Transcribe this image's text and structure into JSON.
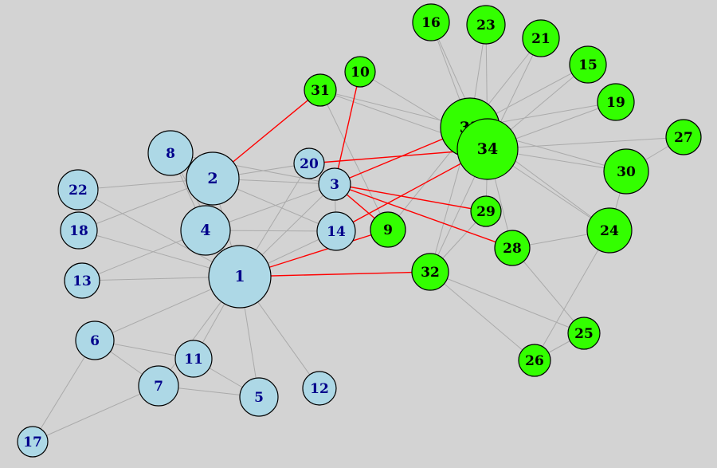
{
  "graph": {
    "colors": {
      "background": "#d3d3d3",
      "edge": "#aaaaaa",
      "cut_edge": "#ff0000",
      "group_a_fill": "#add8e6",
      "group_b_fill": "#33ff00",
      "node_stroke": "#000000",
      "label_a": "#00008b",
      "label_b": "#000000"
    },
    "nodes": [
      {
        "id": "1",
        "group": "a"
      },
      {
        "id": "2",
        "group": "a"
      },
      {
        "id": "3",
        "group": "a"
      },
      {
        "id": "4",
        "group": "a"
      },
      {
        "id": "5",
        "group": "a"
      },
      {
        "id": "6",
        "group": "a"
      },
      {
        "id": "7",
        "group": "a"
      },
      {
        "id": "8",
        "group": "a"
      },
      {
        "id": "9",
        "group": "b"
      },
      {
        "id": "10",
        "group": "b"
      },
      {
        "id": "11",
        "group": "a"
      },
      {
        "id": "12",
        "group": "a"
      },
      {
        "id": "13",
        "group": "a"
      },
      {
        "id": "14",
        "group": "a"
      },
      {
        "id": "15",
        "group": "b"
      },
      {
        "id": "16",
        "group": "b"
      },
      {
        "id": "17",
        "group": "a"
      },
      {
        "id": "18",
        "group": "a"
      },
      {
        "id": "19",
        "group": "b"
      },
      {
        "id": "20",
        "group": "a"
      },
      {
        "id": "21",
        "group": "b"
      },
      {
        "id": "22",
        "group": "a"
      },
      {
        "id": "23",
        "group": "b"
      },
      {
        "id": "24",
        "group": "b"
      },
      {
        "id": "25",
        "group": "b"
      },
      {
        "id": "26",
        "group": "b"
      },
      {
        "id": "27",
        "group": "b"
      },
      {
        "id": "28",
        "group": "b"
      },
      {
        "id": "29",
        "group": "b"
      },
      {
        "id": "30",
        "group": "b"
      },
      {
        "id": "31",
        "group": "b"
      },
      {
        "id": "32",
        "group": "b"
      },
      {
        "id": "33",
        "group": "b"
      },
      {
        "id": "34",
        "group": "b"
      }
    ],
    "edges": [
      [
        "1",
        "2"
      ],
      [
        "1",
        "3"
      ],
      [
        "1",
        "4"
      ],
      [
        "1",
        "5"
      ],
      [
        "1",
        "6"
      ],
      [
        "1",
        "7"
      ],
      [
        "1",
        "8"
      ],
      [
        "1",
        "11"
      ],
      [
        "1",
        "12"
      ],
      [
        "1",
        "13"
      ],
      [
        "1",
        "14"
      ],
      [
        "1",
        "18"
      ],
      [
        "1",
        "20"
      ],
      [
        "1",
        "22"
      ],
      [
        "2",
        "3"
      ],
      [
        "2",
        "4"
      ],
      [
        "2",
        "8"
      ],
      [
        "2",
        "14"
      ],
      [
        "2",
        "18"
      ],
      [
        "2",
        "20"
      ],
      [
        "2",
        "22"
      ],
      [
        "3",
        "4"
      ],
      [
        "3",
        "8"
      ],
      [
        "3",
        "14"
      ],
      [
        "4",
        "8"
      ],
      [
        "4",
        "13"
      ],
      [
        "4",
        "14"
      ],
      [
        "5",
        "7"
      ],
      [
        "5",
        "11"
      ],
      [
        "6",
        "7"
      ],
      [
        "6",
        "11"
      ],
      [
        "6",
        "17"
      ],
      [
        "7",
        "17"
      ],
      [
        "9",
        "31"
      ],
      [
        "9",
        "33"
      ],
      [
        "10",
        "34"
      ],
      [
        "15",
        "33"
      ],
      [
        "15",
        "34"
      ],
      [
        "16",
        "33"
      ],
      [
        "16",
        "34"
      ],
      [
        "19",
        "33"
      ],
      [
        "19",
        "34"
      ],
      [
        "20",
        "34"
      ],
      [
        "21",
        "33"
      ],
      [
        "21",
        "34"
      ],
      [
        "23",
        "33"
      ],
      [
        "23",
        "34"
      ],
      [
        "24",
        "26"
      ],
      [
        "24",
        "28"
      ],
      [
        "24",
        "30"
      ],
      [
        "24",
        "33"
      ],
      [
        "24",
        "34"
      ],
      [
        "25",
        "26"
      ],
      [
        "25",
        "28"
      ],
      [
        "25",
        "32"
      ],
      [
        "26",
        "32"
      ],
      [
        "27",
        "30"
      ],
      [
        "27",
        "34"
      ],
      [
        "28",
        "34"
      ],
      [
        "29",
        "32"
      ],
      [
        "29",
        "34"
      ],
      [
        "30",
        "33"
      ],
      [
        "30",
        "34"
      ],
      [
        "31",
        "33"
      ],
      [
        "31",
        "34"
      ],
      [
        "32",
        "33"
      ],
      [
        "32",
        "34"
      ],
      [
        "33",
        "34"
      ]
    ],
    "cut_edges": [
      [
        "1",
        "9"
      ],
      [
        "1",
        "32"
      ],
      [
        "2",
        "31"
      ],
      [
        "3",
        "9"
      ],
      [
        "3",
        "10"
      ],
      [
        "3",
        "28"
      ],
      [
        "3",
        "29"
      ],
      [
        "3",
        "33"
      ],
      [
        "14",
        "34"
      ],
      [
        "20",
        "34"
      ]
    ]
  }
}
